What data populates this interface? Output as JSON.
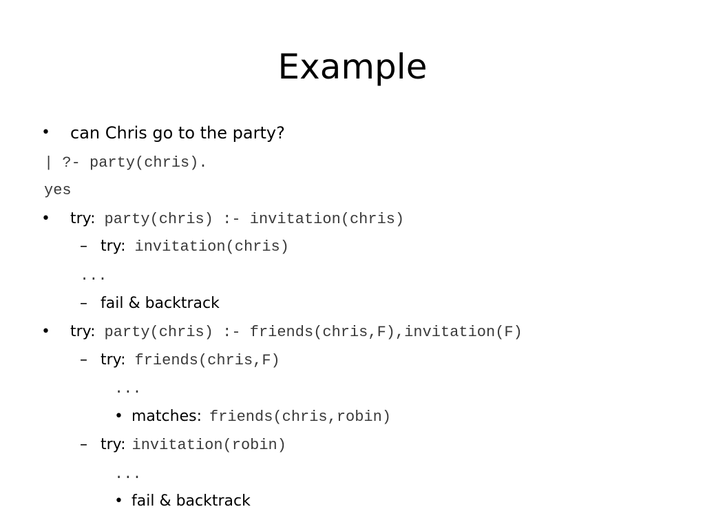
{
  "slide": {
    "title": "Example"
  },
  "lines": [
    {
      "bullet": "•",
      "text": "can Chris go to the party?"
    },
    {
      "code": "| ?- party(chris)."
    },
    {
      "code": "yes"
    },
    {
      "bullet": "•",
      "label": "try:",
      "code": "party(chris) :- invitation(chris)"
    },
    {
      "bullet": "–",
      "label": "try:",
      "code": "invitation(chris)"
    },
    {
      "code": "..."
    },
    {
      "bullet": "–",
      "text": "fail & backtrack"
    },
    {
      "bullet": "•",
      "label": "try:",
      "code": "party(chris) :- friends(chris,F),invitation(F)"
    },
    {
      "bullet": "–",
      "label": "try:",
      "code": "friends(chris,F)"
    },
    {
      "code": "..."
    },
    {
      "bullet": "•",
      "label": "matches:",
      "code": "friends(chris,robin)"
    },
    {
      "bullet": "–",
      "label": "try:",
      "code": "invitation(robin)"
    },
    {
      "code": "..."
    },
    {
      "bullet": "•",
      "text": "fail & backtrack"
    }
  ]
}
